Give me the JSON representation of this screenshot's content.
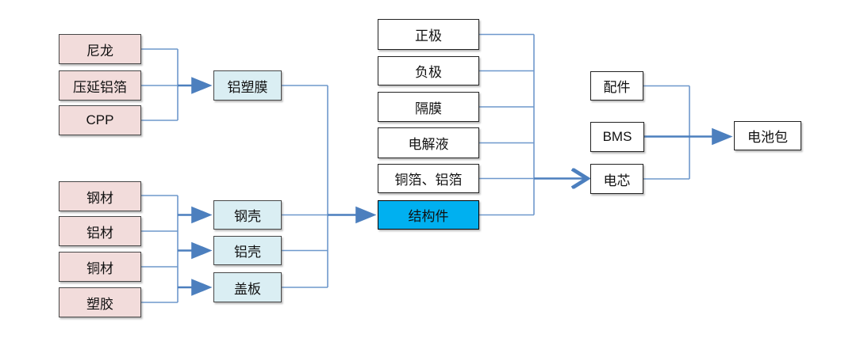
{
  "diagram": {
    "type": "flowchart",
    "description": "battery industry chain diagram",
    "colors": {
      "material_fill": "#F2DCDB",
      "component_fill": "#DAEEF3",
      "highlight_fill": "#00B0F0",
      "plain_fill": "#FFFFFF",
      "connector_thin": "#6E98CC",
      "connector_arrow": "#4C7FBE",
      "box_border": "#3F3F3F"
    },
    "nodes": {
      "nylon": {
        "label": "尼龙"
      },
      "rolled_aluminum_foil": {
        "label": "压延铝箔"
      },
      "cpp": {
        "label": "CPP"
      },
      "aluminum_plastic_film": {
        "label": "铝塑膜"
      },
      "steel_material": {
        "label": "钢材"
      },
      "aluminum_material": {
        "label": "铝材"
      },
      "copper_material": {
        "label": "铜材"
      },
      "plastic_material": {
        "label": "塑胶"
      },
      "steel_shell": {
        "label": "钢壳"
      },
      "aluminum_shell": {
        "label": "铝壳"
      },
      "cover_plate": {
        "label": "盖板"
      },
      "cathode": {
        "label": "正极"
      },
      "anode": {
        "label": "负极"
      },
      "separator": {
        "label": "隔膜"
      },
      "electrolyte": {
        "label": "电解液"
      },
      "copper_aluminum_foil": {
        "label": "铜箔、铝箔"
      },
      "structural_parts": {
        "label": "结构件",
        "highlighted": true
      },
      "accessories": {
        "label": "配件"
      },
      "bms": {
        "label": "BMS"
      },
      "cell": {
        "label": "电芯"
      },
      "battery_pack": {
        "label": "电池包"
      }
    },
    "edges": [
      {
        "from": "nylon",
        "to": "aluminum_plastic_film"
      },
      {
        "from": "rolled_aluminum_foil",
        "to": "aluminum_plastic_film"
      },
      {
        "from": "cpp",
        "to": "aluminum_plastic_film"
      },
      {
        "from": "steel_material",
        "to": "steel_shell"
      },
      {
        "from": "aluminum_material",
        "to": "aluminum_shell"
      },
      {
        "from": "copper_material",
        "to": "aluminum_shell"
      },
      {
        "from": "plastic_material",
        "to": "cover_plate"
      },
      {
        "from": "aluminum_plastic_film",
        "to": "structural_parts"
      },
      {
        "from": "steel_shell",
        "to": "structural_parts"
      },
      {
        "from": "aluminum_shell",
        "to": "structural_parts"
      },
      {
        "from": "cover_plate",
        "to": "structural_parts"
      },
      {
        "from": "cathode",
        "to": "cell"
      },
      {
        "from": "anode",
        "to": "cell"
      },
      {
        "from": "separator",
        "to": "cell"
      },
      {
        "from": "electrolyte",
        "to": "cell"
      },
      {
        "from": "copper_aluminum_foil",
        "to": "cell"
      },
      {
        "from": "structural_parts",
        "to": "cell"
      },
      {
        "from": "accessories",
        "to": "battery_pack"
      },
      {
        "from": "bms",
        "to": "battery_pack"
      },
      {
        "from": "cell",
        "to": "battery_pack"
      }
    ]
  }
}
